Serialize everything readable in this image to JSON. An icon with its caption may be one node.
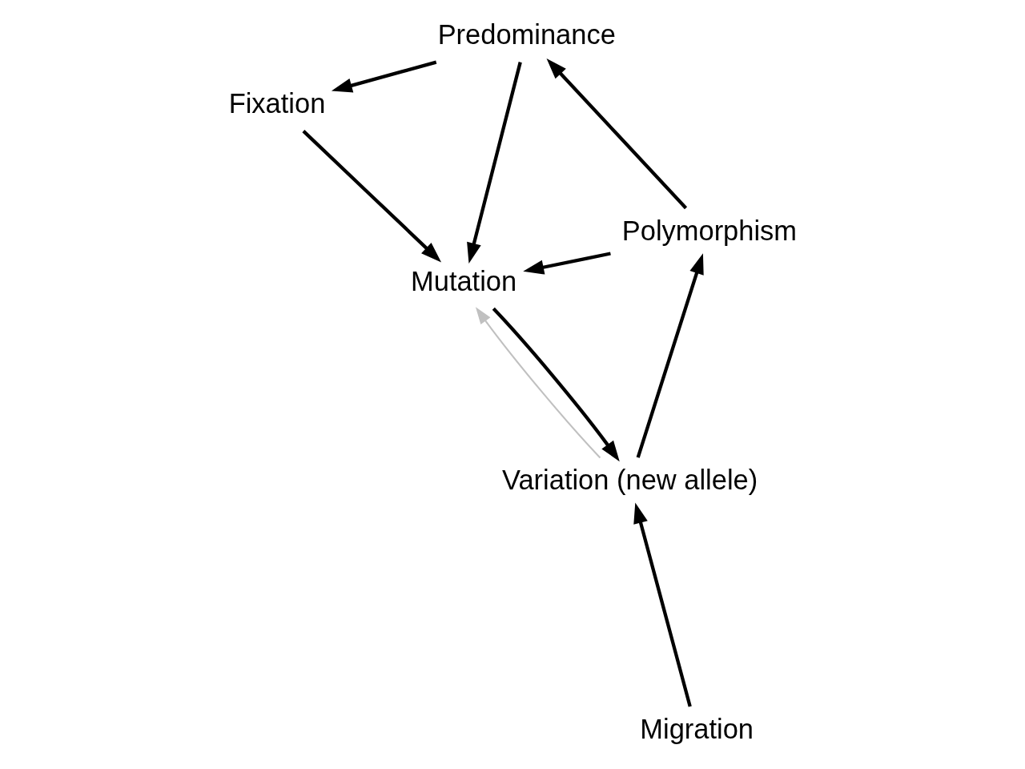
{
  "diagram": {
    "nodes": [
      {
        "text": [
          "Mutation"
        ]
      },
      {
        "text": [
          "Migration"
        ]
      },
      {
        "text": [
          "Variation (new allele)"
        ]
      },
      {
        "text": [
          "Polymorphism"
        ]
      },
      {
        "text": [
          "Predominance"
        ]
      },
      {
        "text": [
          "Fixation"
        ]
      }
    ],
    "edges": [
      {
        "from": 0,
        "to": 2,
        "arrow": "to"
      },
      {
        "from": 1,
        "to": 2,
        "arrow": "to"
      },
      {
        "from": 2,
        "to": 3,
        "arrow": "to"
      },
      {
        "from": 3,
        "to": 4,
        "arrow": "to"
      },
      {
        "from": 4,
        "to": 5,
        "arrow": "to"
      },
      {
        "from": 5,
        "to": 0,
        "arrow": "to"
      },
      {
        "from": 4,
        "to": 0,
        "arrow": "to"
      },
      {
        "from": 3,
        "to": 0,
        "arrow": "to"
      },
      {
        "from": 2,
        "to": 0,
        "arrow": "to",
        "color": "#c0c0c0"
      }
    ]
  }
}
